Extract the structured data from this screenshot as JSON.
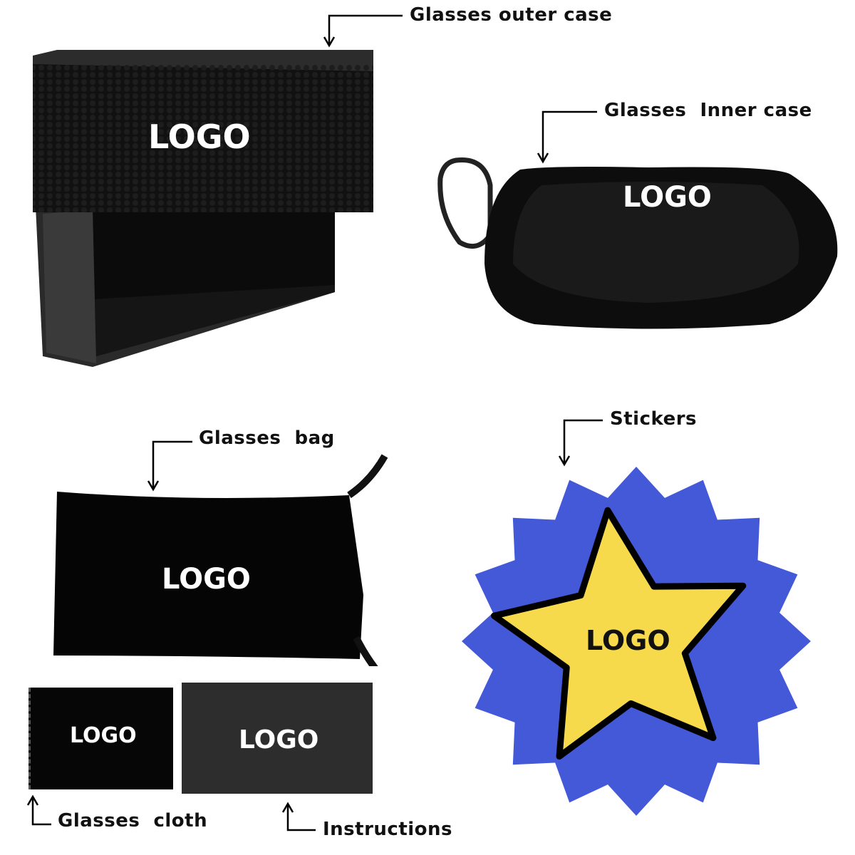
{
  "labels": {
    "outer_case": "Glasses outer case",
    "inner_case": "Glasses  Inner case",
    "bag": "Glasses  bag",
    "stickers": "Stickers",
    "cloth": "Glasses  cloth",
    "instructions": "Instructions"
  },
  "logo_text": {
    "outer_case": "LOGO",
    "inner_case": "LOGO",
    "bag": "LOGO",
    "cloth": "LOGO",
    "instructions": "LOGO",
    "sticker": "LOGO"
  },
  "colors": {
    "sticker_blue": "#4459d8",
    "star_yellow": "#f7d94c"
  }
}
